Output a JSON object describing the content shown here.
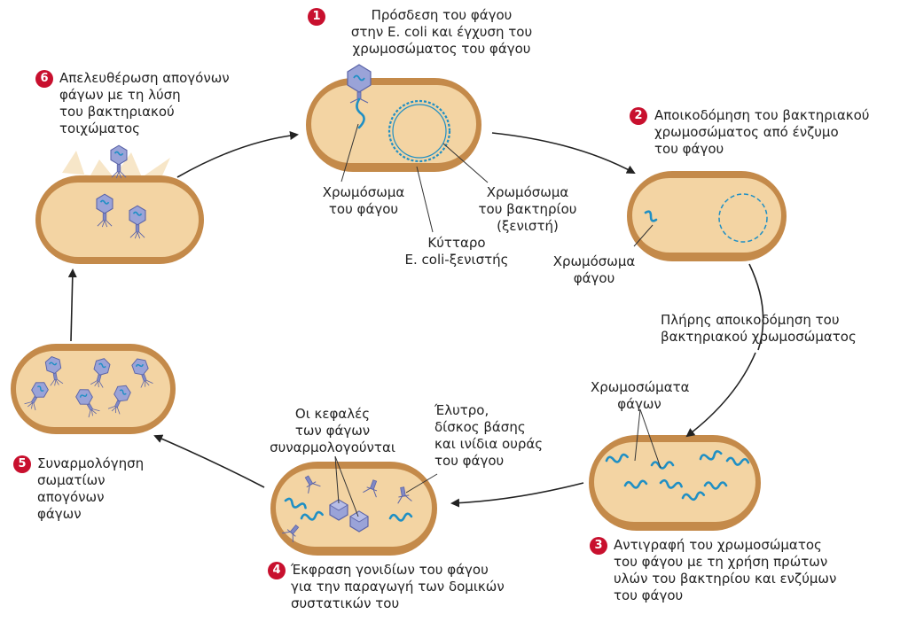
{
  "colors": {
    "cell_fill": "#f3d4a3",
    "cell_outline": "#c48a4a",
    "dna_blue": "#1f8fc4",
    "badge_red": "#c8102e",
    "phage_purple": "#9aa3d8"
  },
  "steps": [
    {
      "number": "1",
      "lines": [
        "Πρόσδεση του φάγου",
        "στην E. coli και έγχυση του",
        "χρωμοσώματος του φάγου"
      ]
    },
    {
      "number": "2",
      "lines": [
        "Αποικοδόμηση του βακτηριακού",
        "χρωμοσώματος από ένζυμο",
        "του φάγου"
      ]
    },
    {
      "number": "3",
      "lines": [
        "Αντιγραφή του χρωμοσώματος",
        "του φάγου με τη χρήση πρώτων",
        "υλών του βακτηρίου και ενζύμων",
        "του φάγου"
      ]
    },
    {
      "number": "4",
      "lines": [
        "Έκφραση γονιδίων του φάγου",
        "για την παραγωγή των δομικών",
        "συστατικών του"
      ]
    },
    {
      "number": "5",
      "lines": [
        "Συναρμολόγηση",
        "σωματίων",
        "απογόνων",
        "φάγων"
      ]
    },
    {
      "number": "6",
      "lines": [
        "Απελευθέρωση απογόνων",
        "φάγων με τη λύση",
        "του βακτηριακού",
        "τοιχώματος"
      ]
    }
  ],
  "labels": {
    "phage_chromosome_1": [
      "Χρωμόσωμα",
      "του φάγου"
    ],
    "bacterial_chromosome": [
      "Χρωμόσωμα",
      "του βακτηρίου",
      "(ξενιστή)"
    ],
    "host_cell": [
      "Κύτταρο",
      "E. coli-ξενιστής"
    ],
    "phage_chromosome_2": [
      "Χρωμόσωμα",
      "φάγου"
    ],
    "complete_degradation": [
      "Πλήρης αποικοδόμηση του",
      "βακτηριακού χρωμοσώματος"
    ],
    "phage_chromosomes": [
      "Χρωμοσώματα",
      "φάγων"
    ],
    "heads_assemble": [
      "Οι κεφαλές",
      "των φάγων",
      "συναρμολογούνται"
    ],
    "tail_parts": [
      "Έλυτρο,",
      "δίσκος βάσης",
      "και ινίδια ουράς",
      "του φάγου"
    ]
  }
}
